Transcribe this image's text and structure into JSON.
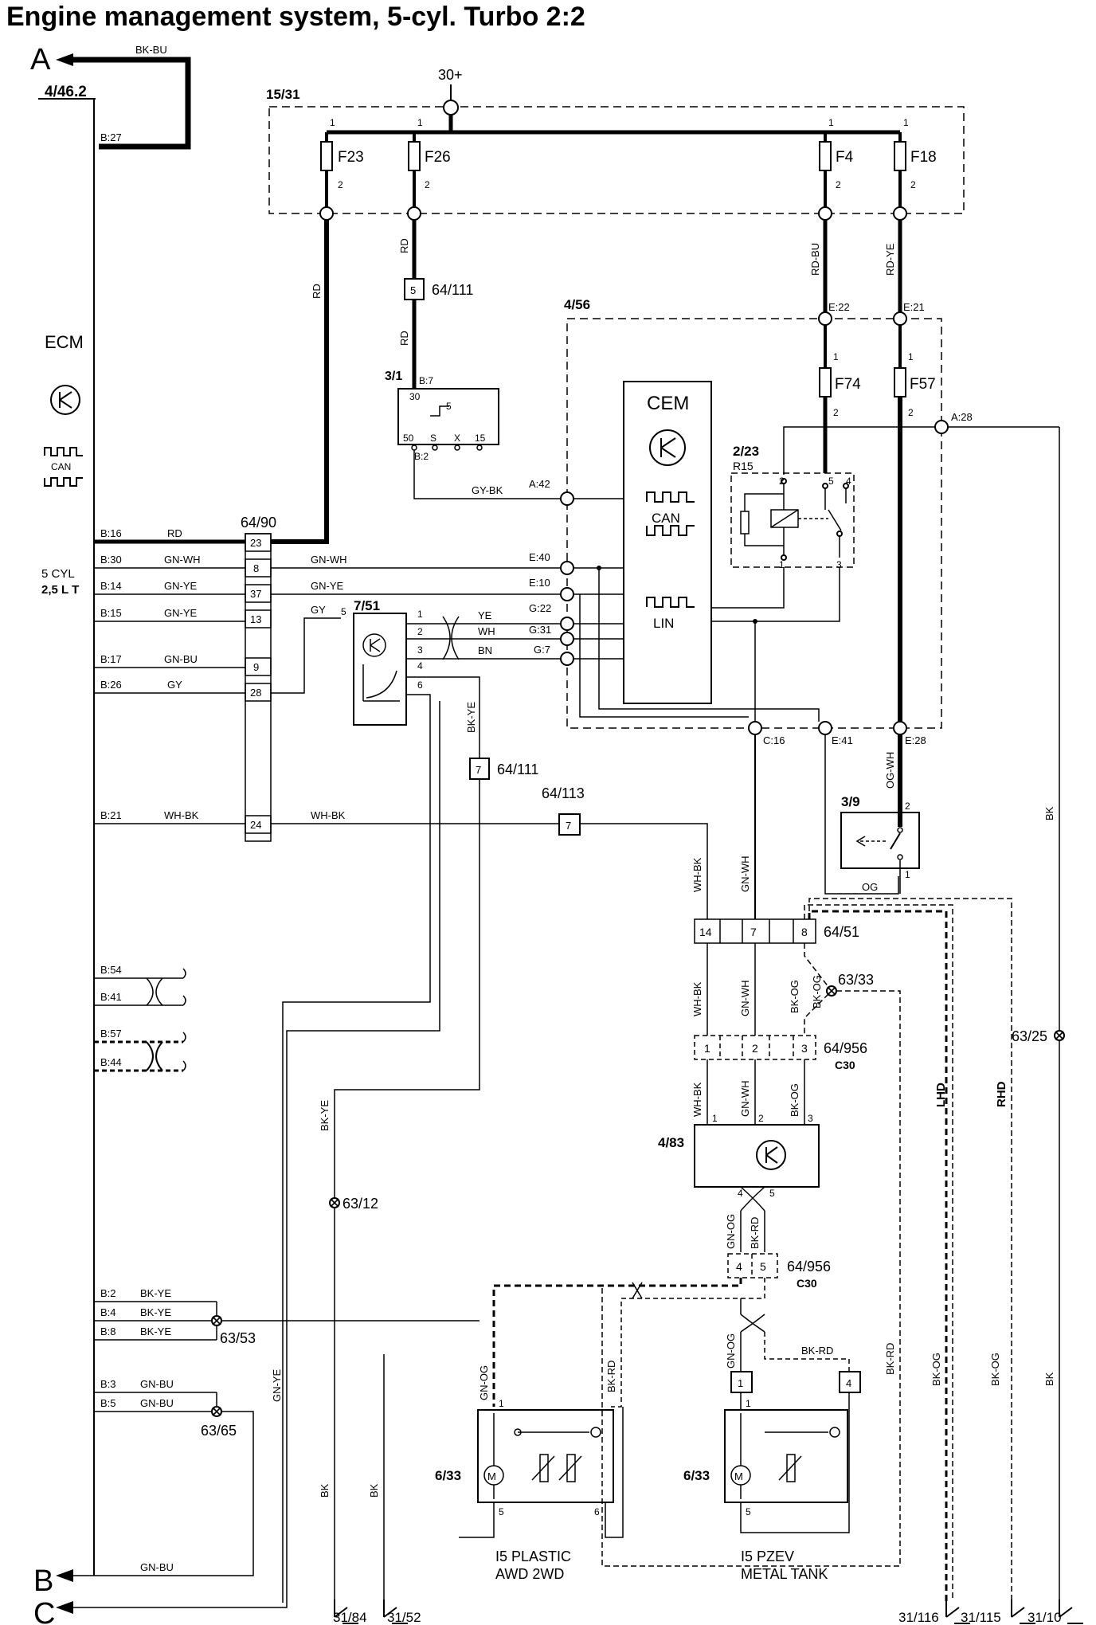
{
  "title": "Engine management system, 5-cyl. Turbo 2:2",
  "connectors": {
    "A": "A",
    "B": "B",
    "C": "C"
  },
  "supply": {
    "label": "30+"
  },
  "components": {
    "fusebox": "15/31",
    "fuses": [
      "F23",
      "F26",
      "F4",
      "F18",
      "F74",
      "F57"
    ],
    "ecm": {
      "ref": "4/46.2",
      "name": "ECM",
      "can": "CAN",
      "engine": [
        "5 CYL",
        "2,5 L T"
      ]
    },
    "relay_3_1": {
      "ref": "3/1",
      "pins": [
        "B:7",
        "30",
        "5",
        "50",
        "S",
        "X",
        "15",
        "B:2"
      ]
    },
    "cem_box": {
      "ref": "4/56",
      "name": "CEM",
      "can": "CAN",
      "lin": "LIN"
    },
    "relay_2_23": {
      "ref": "2/23",
      "sub": "R15"
    },
    "unit_7_51": {
      "ref": "7/51"
    },
    "switch_3_9": {
      "ref": "3/9"
    },
    "module_4_83": {
      "ref": "4/83"
    },
    "pump_left": {
      "ref": "6/33",
      "caption": [
        "I5 PLASTIC",
        "AWD 2WD"
      ]
    },
    "pump_right": {
      "ref": "6/33",
      "caption": [
        "I5 PZEV",
        "METAL TANK"
      ]
    }
  },
  "connector_blocks": {
    "c64_90": {
      "ref": "64/90",
      "pins": [
        "23",
        "8",
        "37",
        "13",
        "9",
        "28",
        "24"
      ]
    },
    "c64_111_a": {
      "pin": "5",
      "ref": "64/111"
    },
    "c64_111_b": {
      "pin": "7",
      "ref": "64/111"
    },
    "c64_113": {
      "pin": "7",
      "ref": "64/113"
    },
    "c64_51": {
      "ref": "64/51",
      "pins": [
        "14",
        "7",
        "8"
      ]
    },
    "c64_956_a": {
      "ref": "64/956",
      "code": "C30",
      "pins": [
        "1",
        "2",
        "3"
      ]
    },
    "c64_956_b": {
      "ref": "64/956",
      "code": "C30",
      "pins": [
        "4",
        "5"
      ]
    },
    "c_small_1": "1",
    "c_small_4": "4"
  },
  "splices": [
    "63/33",
    "63/25",
    "63/12",
    "63/53",
    "63/65"
  ],
  "grounds": [
    "31/84",
    "31/52",
    "31/116",
    "31/115",
    "31/10"
  ],
  "side_labels": {
    "lhd": "LHD",
    "rhd": "RHD"
  },
  "pins": {
    "ecm": [
      "B:27",
      "B:16",
      "B:30",
      "B:14",
      "B:15",
      "B:17",
      "B:26",
      "B:21",
      "B:54",
      "B:41",
      "B:57",
      "B:44",
      "B:2",
      "B:4",
      "B:8",
      "B:3",
      "B:5"
    ],
    "cem": [
      "A:42",
      "E:40",
      "E:10",
      "G:22",
      "G:31",
      "G:7",
      "E:22",
      "E:21",
      "A:28",
      "C:16",
      "E:41",
      "E:28"
    ],
    "fuse_pin_1": "1",
    "fuse_pin_2": "2"
  },
  "wires": {
    "BK_BU": "BK-BU",
    "RD": "RD",
    "RD_BU": "RD-BU",
    "RD_YE": "RD-YE",
    "GY_BK": "GY-BK",
    "GN_WH": "GN-WH",
    "GN_YE": "GN-YE",
    "GN_BU": "GN-BU",
    "GY": "GY",
    "YE": "YE",
    "WH": "WH",
    "BN": "BN",
    "BK_YE": "BK-YE",
    "WH_BK": "WH-BK",
    "OG_WH": "OG-WH",
    "OG": "OG",
    "BK": "BK",
    "BK_OG": "BK-OG",
    "GN_OG": "GN-OG",
    "BK_RD": "BK-RD",
    "GN_YE_v": "GN-YE"
  }
}
